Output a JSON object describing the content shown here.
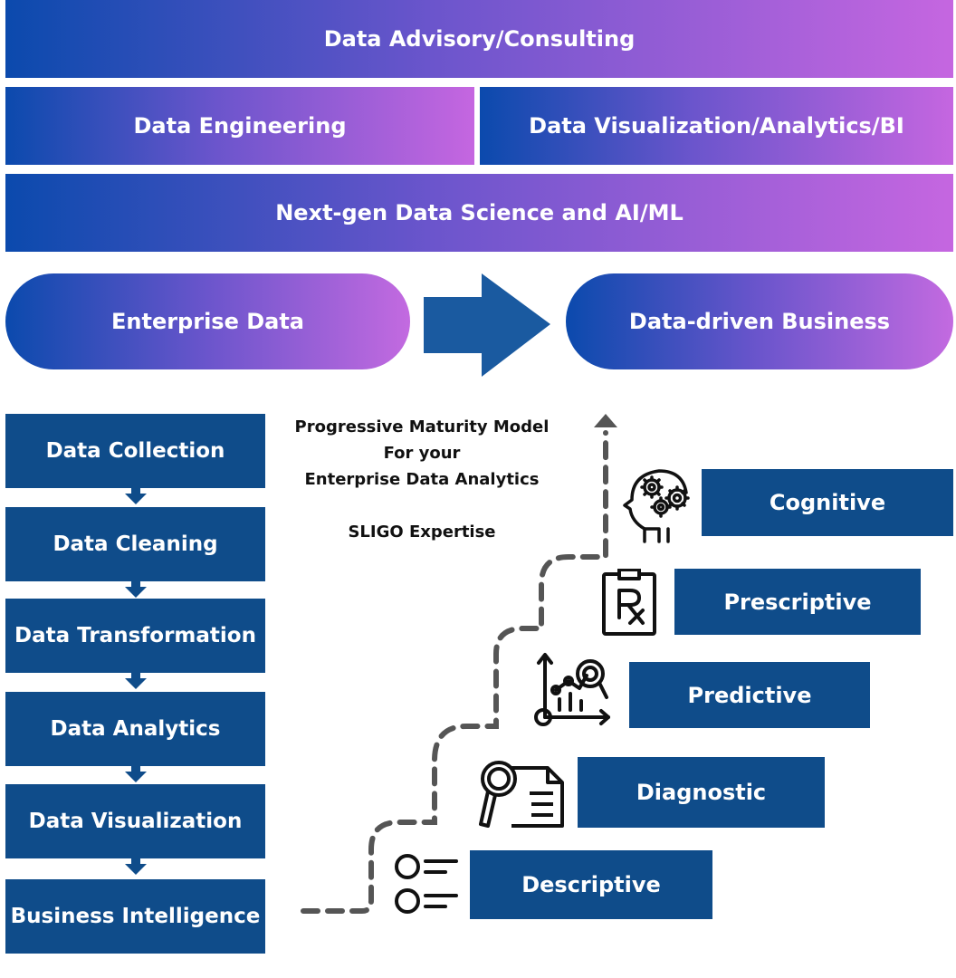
{
  "services": {
    "top": "Data Advisory/Consulting",
    "left": "Data Engineering",
    "right": "Data Visualization/Analytics/BI",
    "bottom": "Next-gen Data Science and AI/ML"
  },
  "transition": {
    "from": "Enterprise Data",
    "to": "Data-driven Business"
  },
  "pipeline_steps": [
    "Data Collection",
    "Data Cleaning",
    "Data Transformation",
    "Data Analytics",
    "Data Visualization",
    "Business Intelligence"
  ],
  "maturity_caption": {
    "line1": "Progressive Maturity Model",
    "line2": "For your",
    "line3": "Enterprise Data Analytics",
    "line4": "SLIGO Expertise"
  },
  "maturity_levels": [
    {
      "label": "Descriptive",
      "icon": "checklist-icon"
    },
    {
      "label": "Diagnostic",
      "icon": "magnifier-document-icon"
    },
    {
      "label": "Predictive",
      "icon": "chart-search-icon"
    },
    {
      "label": "Prescriptive",
      "icon": "prescription-icon"
    },
    {
      "label": "Cognitive",
      "icon": "head-gears-icon"
    }
  ],
  "colors": {
    "gradient_start": "#0b4aad",
    "gradient_end": "#c566e0",
    "box_blue": "#0f4c8a",
    "arrow_blue": "#1a5aa0",
    "dash_gray": "#555555"
  }
}
